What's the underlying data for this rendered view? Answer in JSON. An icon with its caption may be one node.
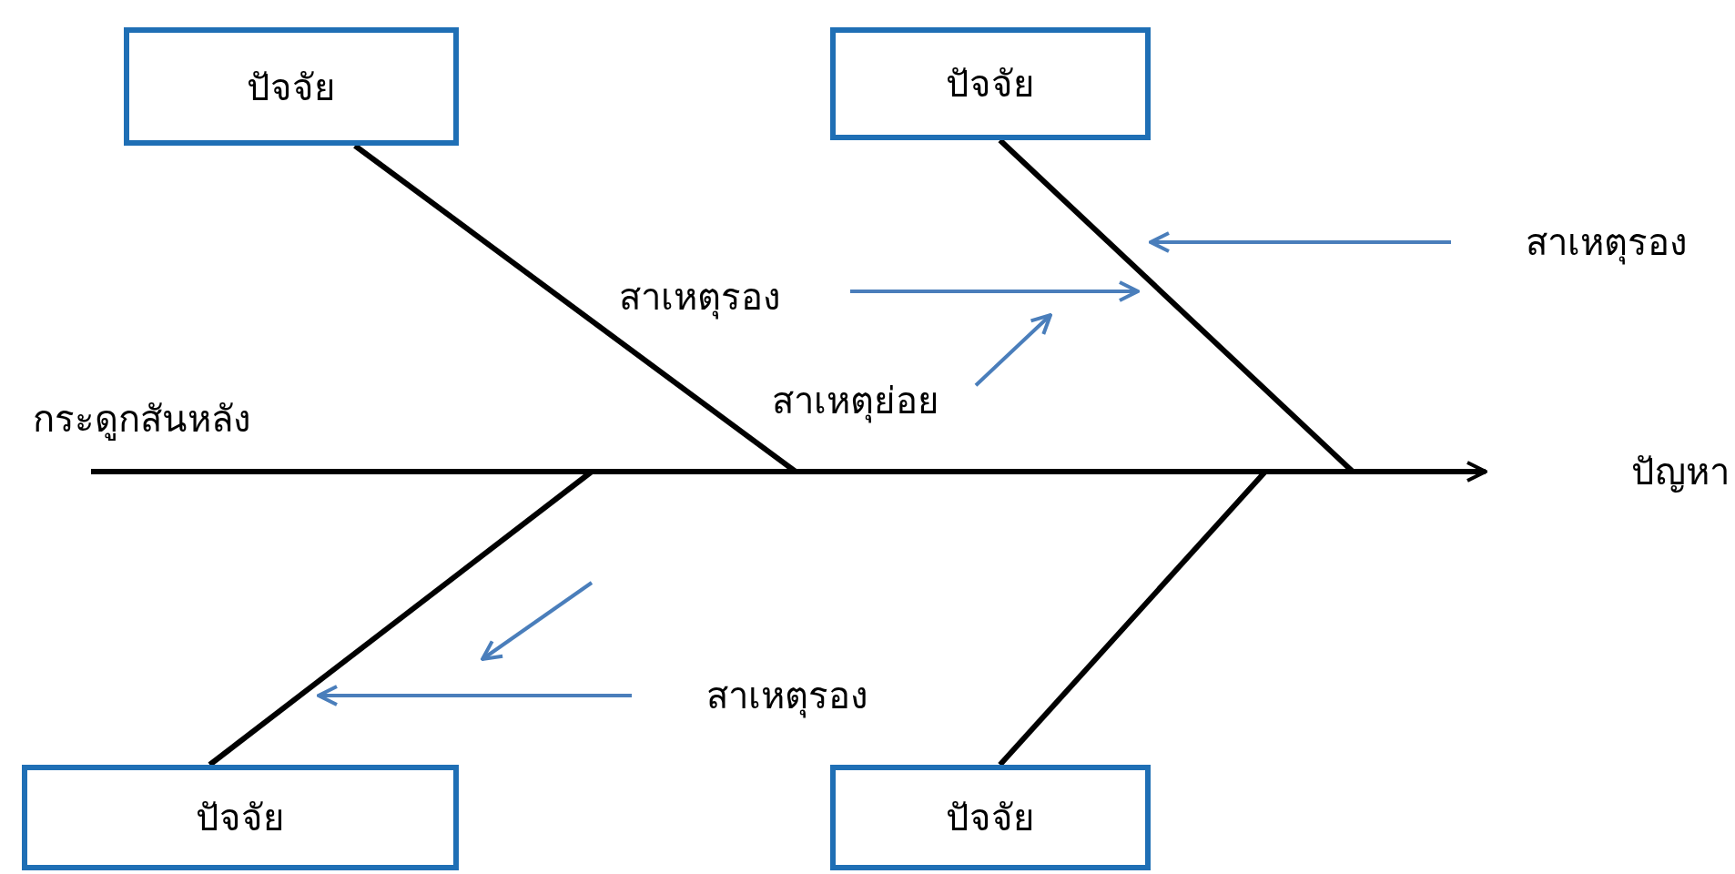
{
  "diagram": {
    "nodes": [
      {
        "text": [
          "ปัจจัย"
        ]
      },
      {
        "text": [
          "ปัจจัย"
        ]
      },
      {
        "text": [
          "ปัจจัย"
        ]
      },
      {
        "text": [
          "ปัจจัย"
        ]
      },
      {
        "text": [
          "สาเหตุรอง"
        ]
      },
      {
        "text": [
          "สาเหตุรอง"
        ]
      },
      {
        "text": [
          "สาเหตุย่อย"
        ]
      },
      {
        "text": [
          "สาเหตุรอง"
        ]
      },
      {
        "text": [
          "ปัญหา"
        ]
      }
    ],
    "edges": [
      {
        "from": null,
        "to": 8,
        "arrow": "to"
      },
      {
        "from": 0,
        "to": null,
        "arrow": "none"
      },
      {
        "from": 1,
        "to": null,
        "arrow": "none"
      },
      {
        "from": 2,
        "to": null,
        "arrow": "none"
      },
      {
        "from": 3,
        "to": null,
        "arrow": "none"
      },
      {
        "from": 4,
        "to": null,
        "arrow": "to",
        "color": "#4a7ebb"
      },
      {
        "from": 5,
        "to": null,
        "arrow": "to",
        "color": "#4a7ebb"
      },
      {
        "from": 6,
        "to": null,
        "arrow": "to",
        "color": "#4a7ebb"
      },
      {
        "from": 7,
        "to": null,
        "arrow": "to",
        "color": "#4a7ebb"
      }
    ],
    "labels": [
      "กระดูกสันหลัง"
    ]
  }
}
